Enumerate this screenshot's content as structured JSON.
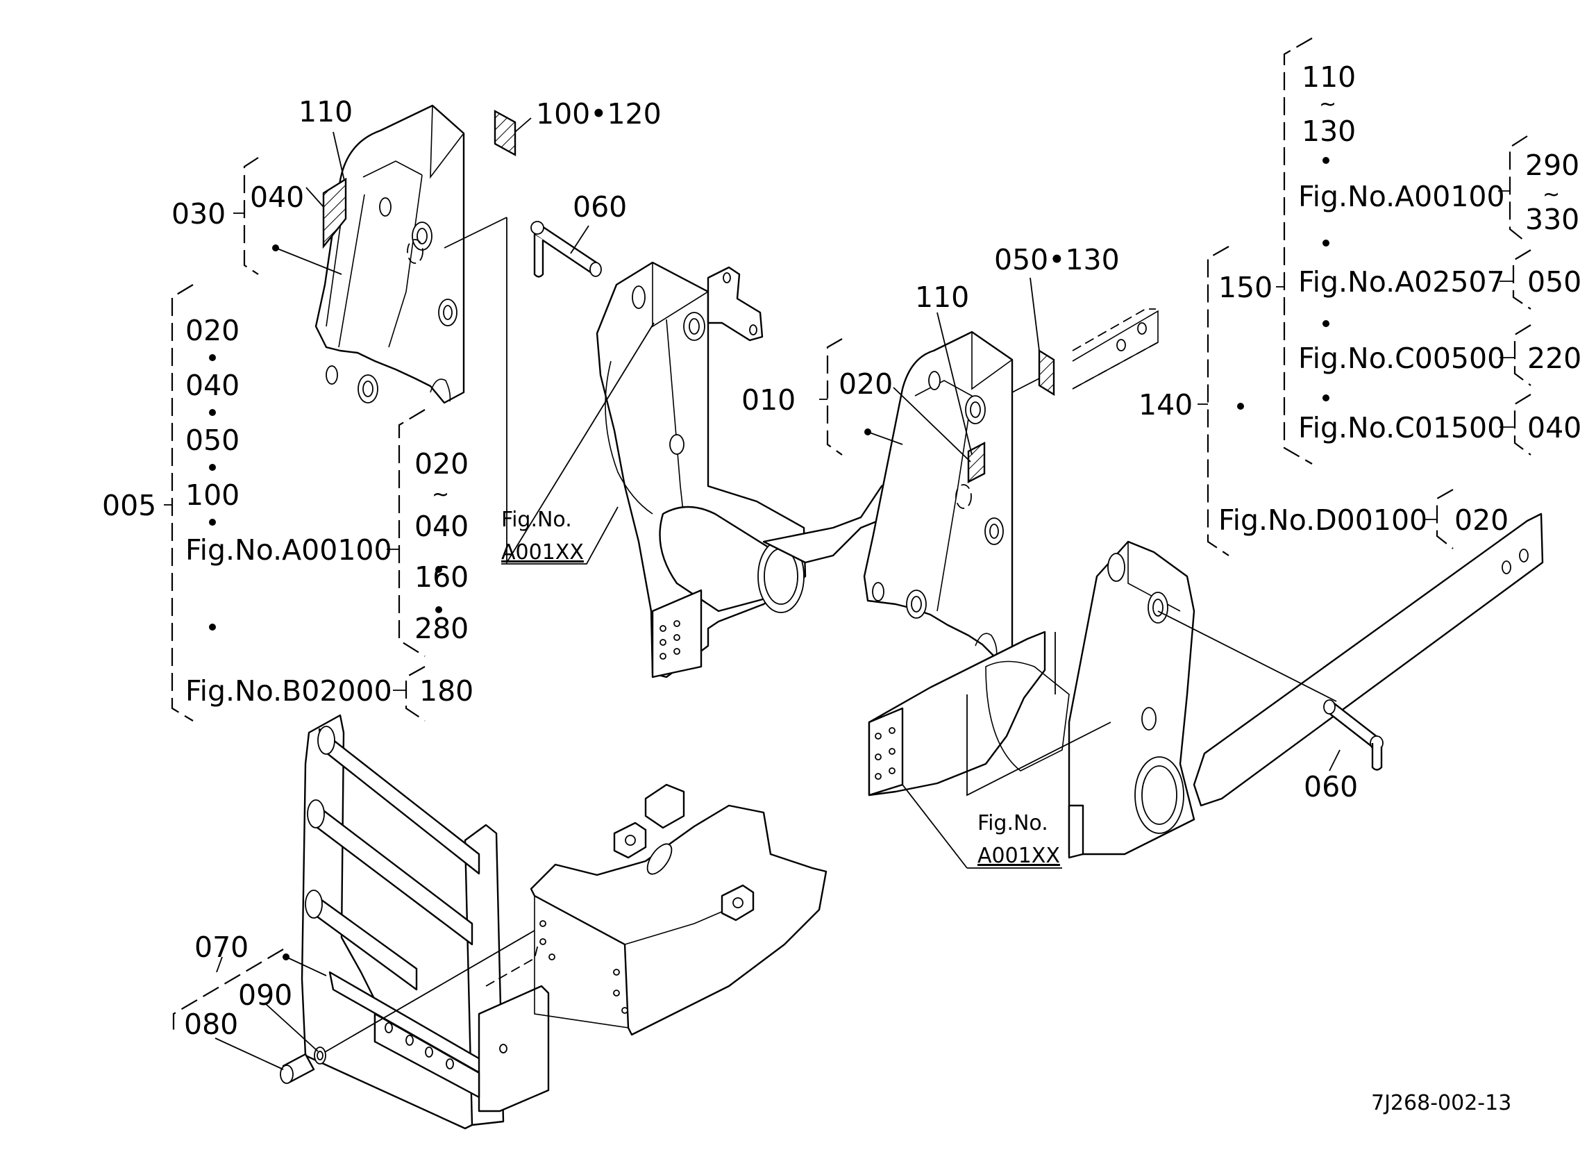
{
  "diagram": {
    "type": "exploded-parts-diagram",
    "drawing_code": "7J268-002-13",
    "separator_dot": "•",
    "range_symbol": "~",
    "top_left_assembly": {
      "label_110": "110",
      "label_100_120": "100•120",
      "label_040": "040",
      "label_030": "030",
      "label_060": "060"
    },
    "left_group": {
      "parent": "005",
      "items": [
        "020",
        "040",
        "050",
        "100"
      ],
      "fig_a": "Fig.No.A00100",
      "fig_a_range_start": "020",
      "fig_a_range_end": "040",
      "fig_a_extra": [
        "160",
        "280"
      ],
      "fig_b": "Fig.No.B02000",
      "fig_b_item": "180"
    },
    "center_assembly": {
      "label_010": "010",
      "label_020": "020",
      "label_110": "110",
      "label_050_130": "050•130",
      "fig_ref_line1": "Fig.No.",
      "fig_ref_line2": "A001XX"
    },
    "right_group": {
      "parent_140": "140",
      "parent_150": "150",
      "range_start": "110",
      "range_end": "130",
      "figs": [
        {
          "fig": "Fig.No.A00100",
          "items_start": "290",
          "items_end": "330"
        },
        {
          "fig": "Fig.No.A02507",
          "item": "050"
        },
        {
          "fig": "Fig.No.C00500",
          "item": "220"
        },
        {
          "fig": "Fig.No.C01500",
          "item": "040"
        }
      ],
      "fig_d": "Fig.No.D00100",
      "fig_d_item": "020"
    },
    "right_assembly": {
      "label_060": "060",
      "fig_ref_line1": "Fig.No.",
      "fig_ref_line2": "A001XX"
    },
    "front_guard": {
      "label_070": "070",
      "label_080": "080",
      "label_090": "090"
    }
  }
}
